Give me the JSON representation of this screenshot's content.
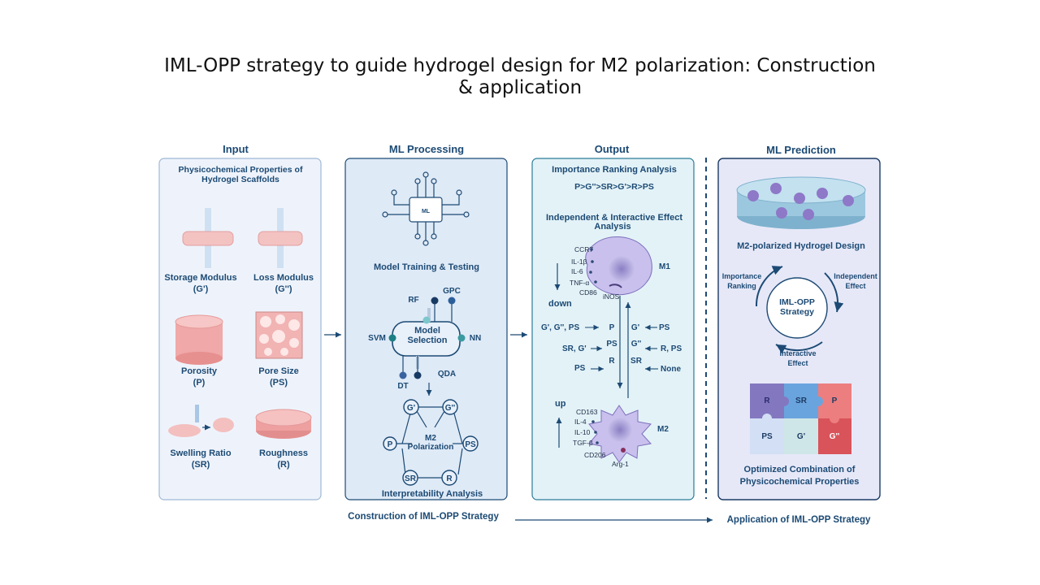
{
  "slide": {
    "title": "IML-OPP strategy to guide hydrogel design for M2 polarization: Construction & application"
  },
  "columns": {
    "input": "Input",
    "processing": "ML Processing",
    "output": "Output",
    "prediction": "ML Prediction"
  },
  "input": {
    "subtitle_line1": "Physicochemical Properties of",
    "subtitle_line2": "Hydrogel Scaffolds",
    "storage_line1": "Storage Modulus",
    "storage_line2": "(G')",
    "loss_line1": "Loss Modulus",
    "loss_line2": "(G'')",
    "porosity_line1": "Porosity",
    "porosity_line2": "(P)",
    "pore_line1": "Pore Size",
    "pore_line2": "(PS)",
    "swelling_line1": "Swelling Ratio",
    "swelling_line2": "(SR)",
    "roughness_line1": "Roughness",
    "roughness_line2": "(R)"
  },
  "processing": {
    "chip_label": "ML",
    "training": "Model Training & Testing",
    "selection_line1": "Model",
    "selection_line2": "Selection",
    "models": [
      "RF",
      "GPC",
      "SVM",
      "NN",
      "DT",
      "QDA"
    ],
    "network_center_line1": "M2",
    "network_center_line2": "Polarization",
    "network_nodes": [
      "G'",
      "G''",
      "P",
      "PS",
      "SR",
      "R"
    ],
    "interpretability": "Interpretability Analysis"
  },
  "output": {
    "ranking_title": "Importance Ranking Analysis",
    "ranking_value": "P>G''>SR>G'>R>PS",
    "effect_line1": "Independent & Interactive Effect",
    "effect_line2": "Analysis",
    "m1_label": "M1",
    "m1_markers": [
      "CCR7",
      "IL-1β",
      "IL-6",
      "TNF-α",
      "CD86"
    ],
    "m1_enzyme": "iNOS",
    "down": "down",
    "left_rows": [
      {
        "factors": "G', G'', PS",
        "target": "P"
      },
      {
        "factors": "SR, G'",
        "target": "PS"
      },
      {
        "factors": "PS",
        "target": "R"
      }
    ],
    "right_rows": [
      {
        "target": "G'",
        "factors": "PS"
      },
      {
        "target": "G''",
        "factors": "R, PS"
      },
      {
        "target": "SR",
        "factors": "None"
      }
    ],
    "up": "up",
    "m2_label": "M2",
    "m2_markers": [
      "CD163",
      "IL-4",
      "IL-10",
      "TGF-β",
      "CD206"
    ],
    "m2_enzyme": "Arg-1"
  },
  "prediction": {
    "design": "M2-polarized Hydrogel Design",
    "strategy_line1": "IML-OPP",
    "strategy_line2": "Strategy",
    "importance_line1": "Importance",
    "importance_line2": "Ranking",
    "independent_line1": "Independent",
    "independent_line2": "Effect",
    "interactive_line1": "Interactive",
    "interactive_line2": "Effect",
    "puzzle": [
      "R",
      "SR",
      "P",
      "PS",
      "G'",
      "G''"
    ],
    "optimized_line1": "Optimized Combination of",
    "optimized_line2": "Physicochemical Properties"
  },
  "footer": {
    "construction": "Construction of IML-OPP Strategy",
    "application": "Application of IML-OPP Strategy"
  }
}
